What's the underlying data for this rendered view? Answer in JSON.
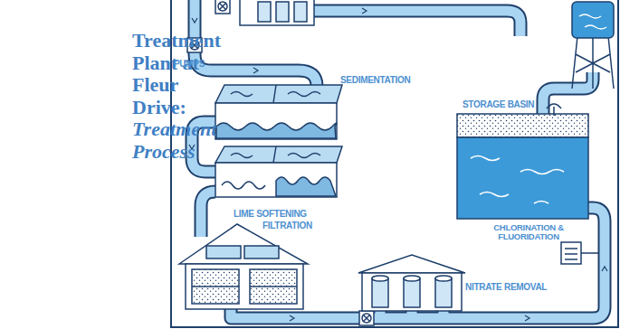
{
  "diagram": {
    "title": "Treatment Plant at Fleur Drive:",
    "labels": [
      "Treatment Process",
      "PUMPS",
      "SEDIMENTATION",
      "STORAGE BASIN",
      "LIME SOFTENING",
      "FILTRATION",
      "CHLORINATION & FLUORIDATION",
      "NITRATE REMOVAL"
    ]
  }
}
